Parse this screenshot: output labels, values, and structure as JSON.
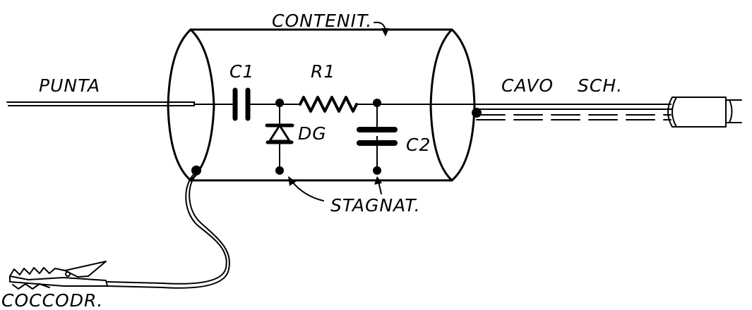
{
  "labels": {
    "container": "CONTENIT.",
    "probe_tip": "PUNTA",
    "capacitor_1": "C1",
    "resistor_1": "R1",
    "diode": "DG",
    "capacitor_2": "C2",
    "shielded_cable": "CAVO",
    "shielded_cable_suffix": "SCH.",
    "solder_points": "STAGNAT.",
    "alligator_clip": "COCCODR."
  }
}
